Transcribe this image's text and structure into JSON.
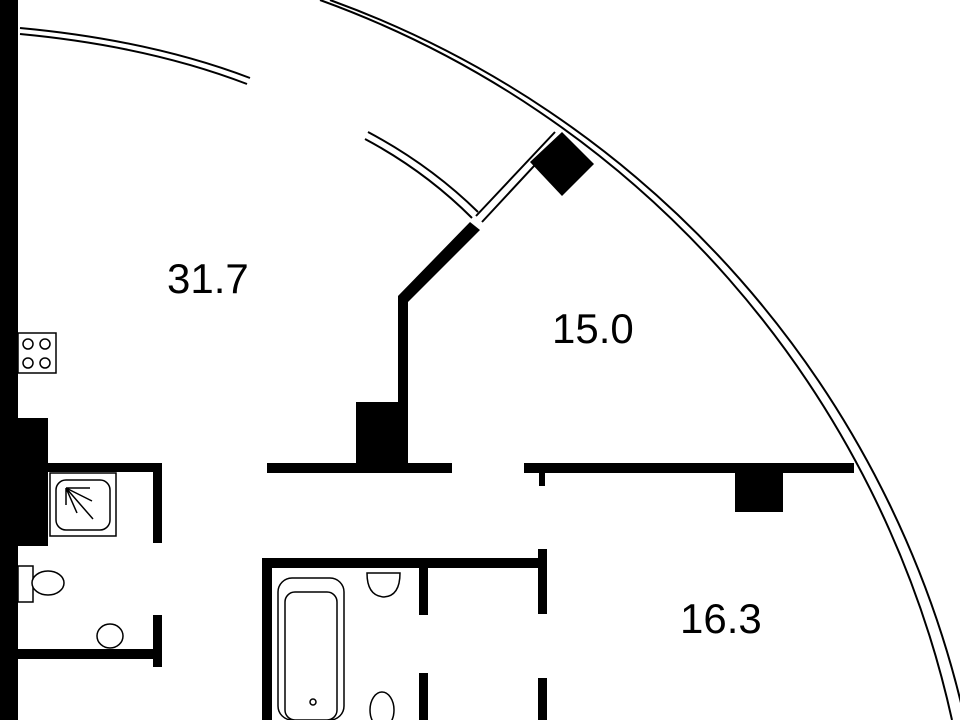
{
  "plan": {
    "rooms": [
      {
        "id": "living-kitchen",
        "area": "31.7"
      },
      {
        "id": "room-north",
        "area": "15.0"
      },
      {
        "id": "room-east",
        "area": "16.3"
      }
    ],
    "colors": {
      "wall": "#000000",
      "background": "#ffffff"
    }
  }
}
